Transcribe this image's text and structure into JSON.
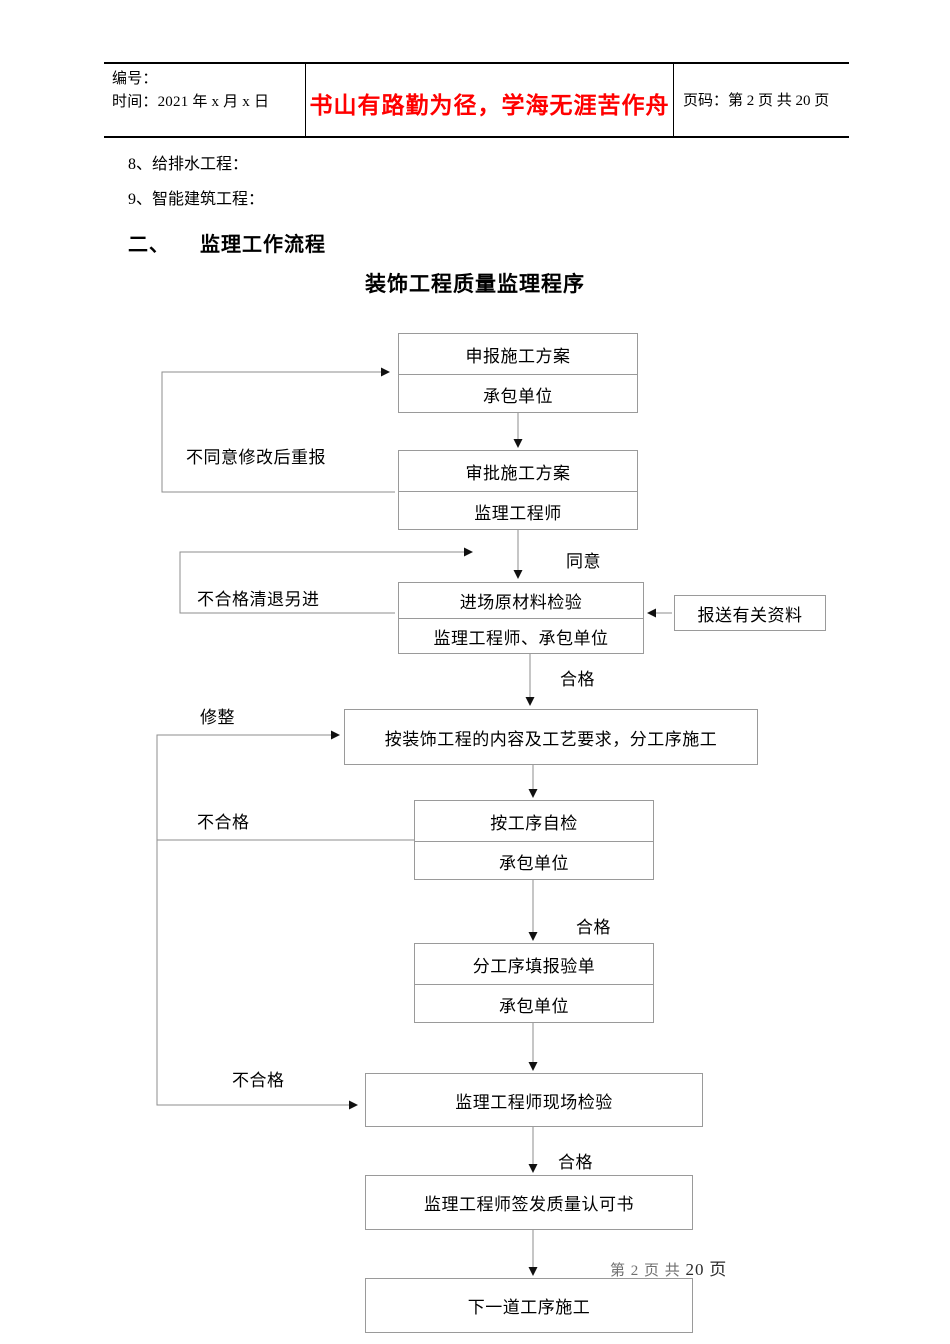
{
  "header": {
    "left_line1": "编号：",
    "left_line2": "时间：2021 年 x 月 x 日",
    "center_motto": "书山有路勤为径，学海无涯苦作舟",
    "center_color": "#ff0000",
    "right_page": "页码：第 2 页  共 20 页"
  },
  "body": {
    "list_item_8": "8、给排水工程：",
    "list_item_9": "9、智能建筑工程：",
    "section_number": "二、",
    "section_title": "监理工作流程",
    "chart_title": "装饰工程质量监理程序"
  },
  "flowchart": {
    "boxes": [
      {
        "id": "b1",
        "top": "申报施工方案",
        "bottom": "承包单位"
      },
      {
        "id": "b2",
        "top": "审批施工方案",
        "bottom": "监理工程师"
      },
      {
        "id": "b3",
        "top": "进场原材料检验",
        "bottom": "监理工程师、承包单位"
      },
      {
        "id": "b4",
        "top": "按装饰工程的内容及工艺要求，分工序施工",
        "bottom": ""
      },
      {
        "id": "b5",
        "top": "按工序自检",
        "bottom": "承包单位"
      },
      {
        "id": "b6",
        "top": "分工序填报验单",
        "bottom": "承包单位"
      },
      {
        "id": "b7",
        "top": "监理工程师现场检验",
        "bottom": ""
      },
      {
        "id": "b8",
        "top": "监理工程师签发质量认可书",
        "bottom": ""
      },
      {
        "id": "b9",
        "top": "下一道工序施工",
        "bottom": ""
      },
      {
        "id": "side1",
        "top": "报送有关资料",
        "bottom": ""
      }
    ],
    "labels": {
      "loop_reject_resubmit": "不同意修改后重报",
      "agree": "同意",
      "reject_material": "不合格清退另进",
      "qualified_1": "合格",
      "repair": "修整",
      "unqualified_1": "不合格",
      "qualified_2": "合格",
      "unqualified_2": "不合格",
      "qualified_3": "合格"
    }
  },
  "footer": {
    "faded_text": "第 2 页 共",
    "faded_number": "20",
    "faded_unit": "页"
  }
}
